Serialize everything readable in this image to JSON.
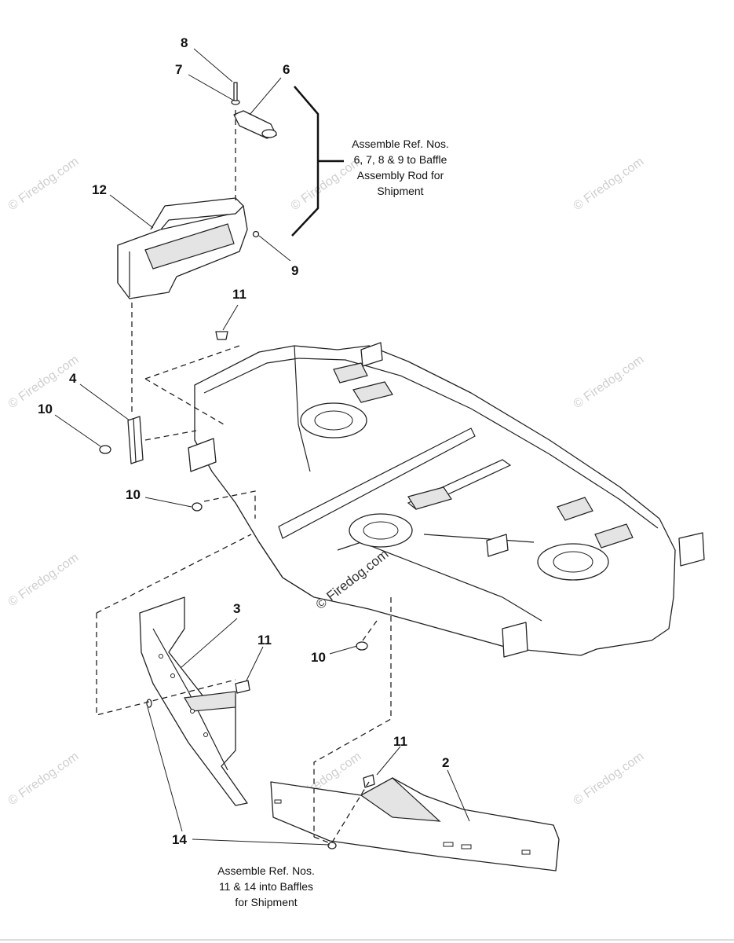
{
  "watermark": {
    "text": "© Firedog.com"
  },
  "callouts": {
    "c8": "8",
    "c7": "7",
    "c6": "6",
    "c12": "12",
    "c9": "9",
    "c11_top": "11",
    "c4": "4",
    "c10_left": "10",
    "c10_mid": "10",
    "c3": "3",
    "c11_mid": "11",
    "c10_right": "10",
    "c11_bottom": "11",
    "c2": "2",
    "c14": "14"
  },
  "notes": {
    "top": [
      "Assemble Ref. Nos.",
      "6, 7, 8 & 9 to Baffle",
      "Assembly Rod for",
      "Shipment"
    ],
    "bottom": [
      "Assemble Ref. Nos.",
      "11 & 14 into Baffles",
      "for Shipment"
    ]
  }
}
